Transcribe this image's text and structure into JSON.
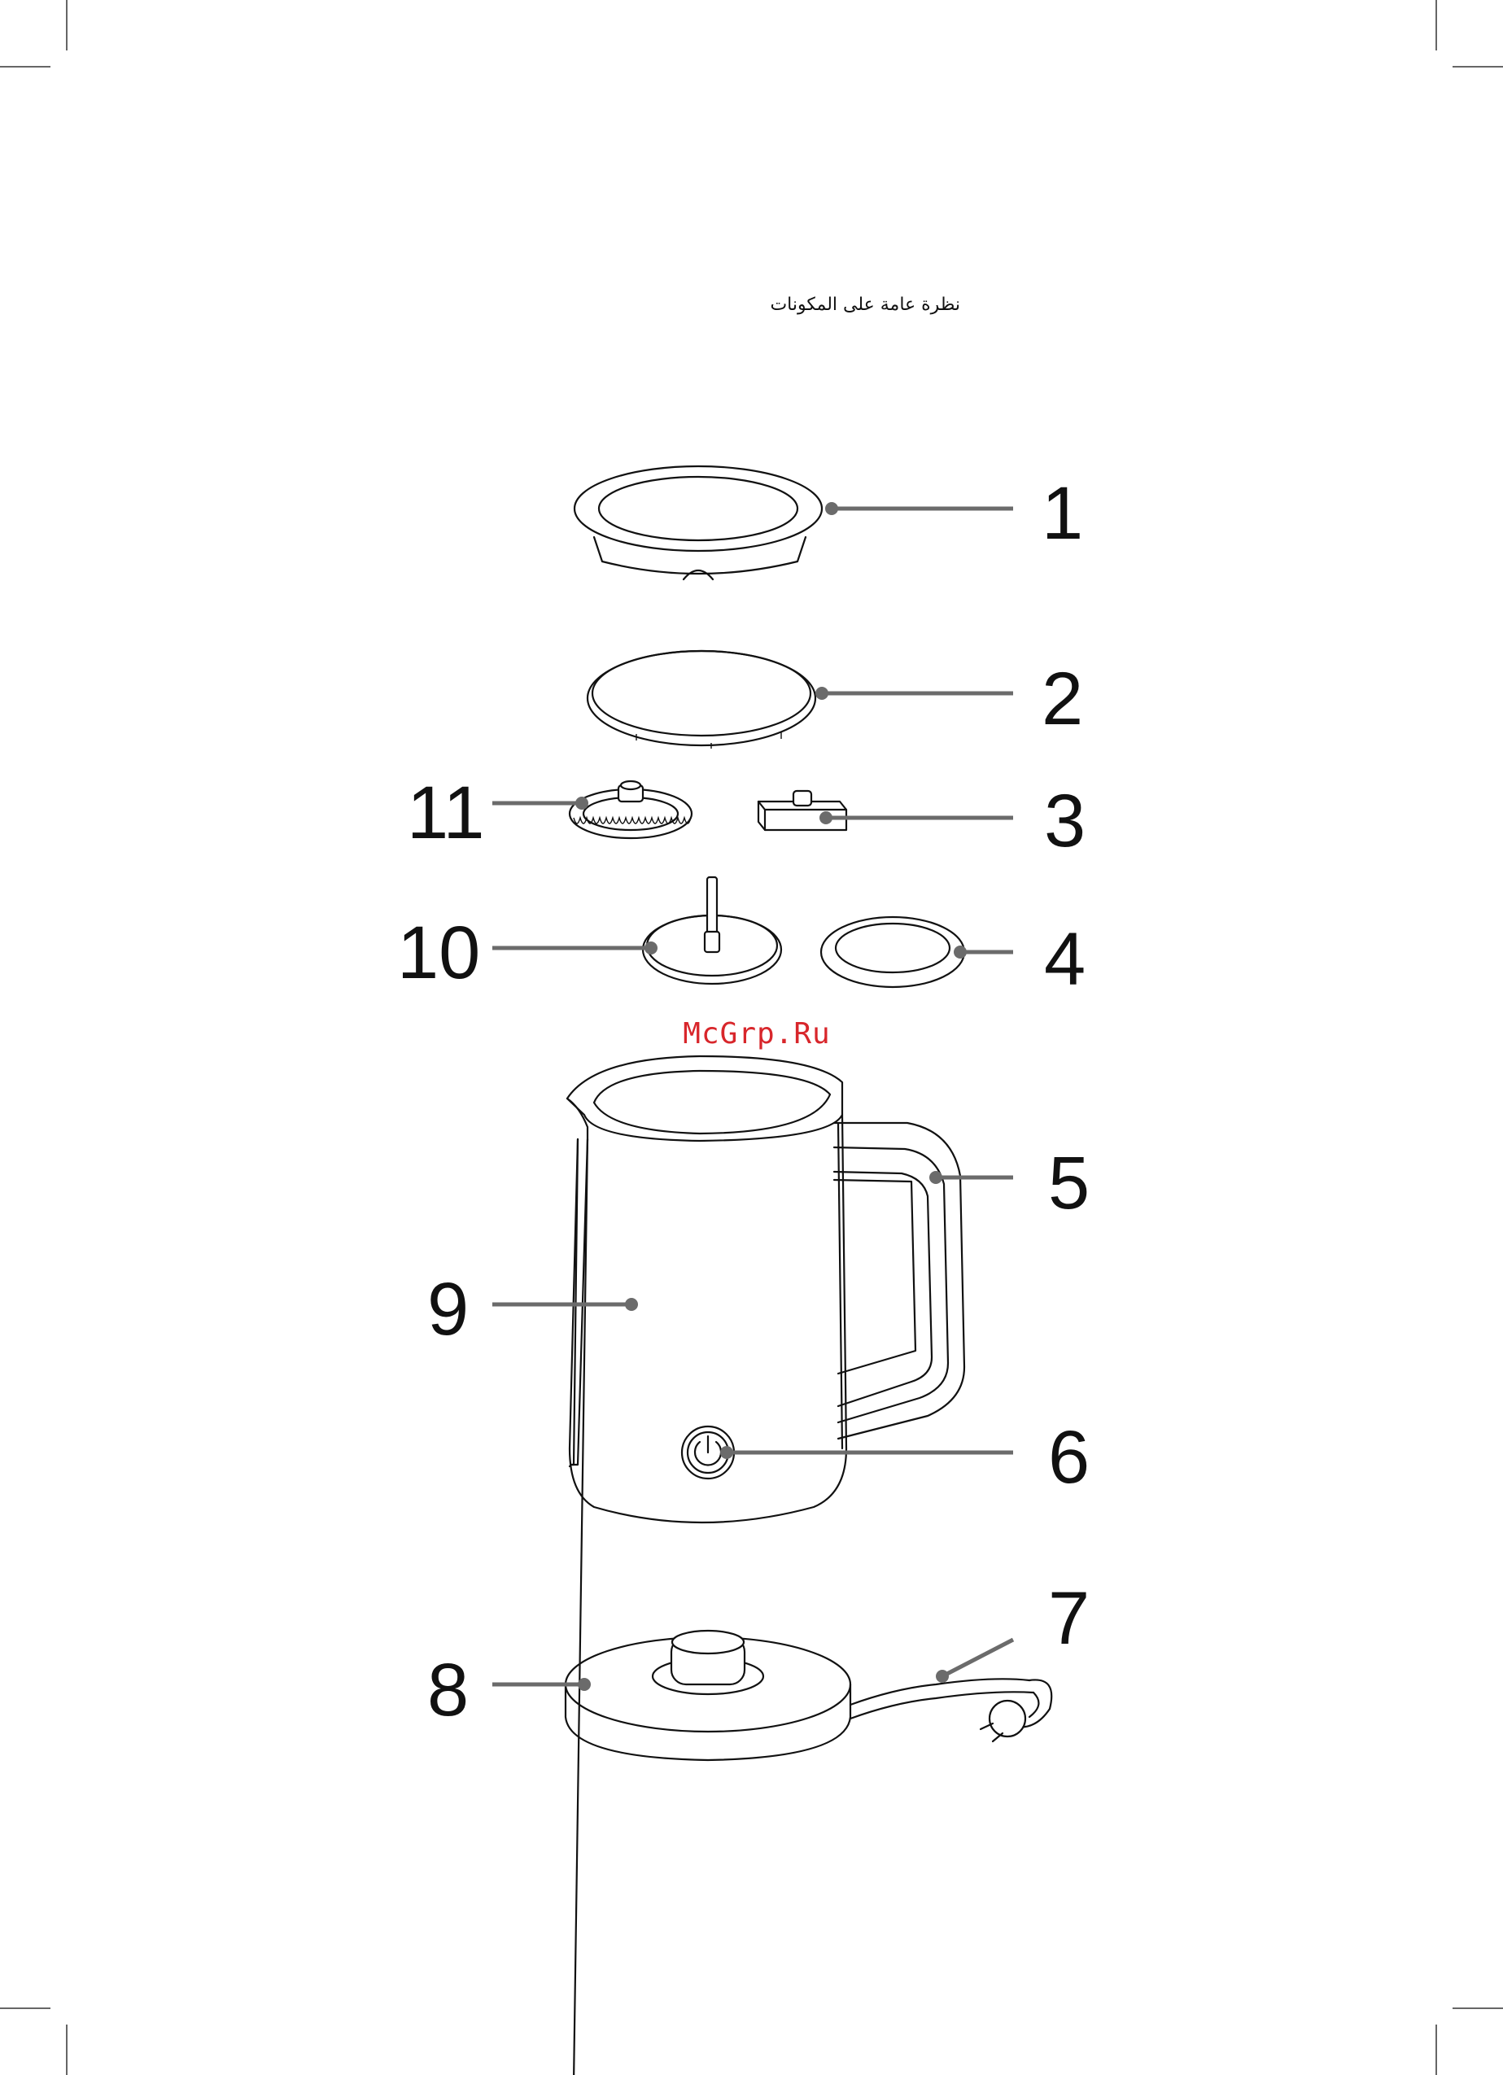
{
  "page": {
    "title": "نظرة عامة على المكونات",
    "watermark": "McGrp.Ru"
  },
  "callouts": [
    {
      "id": "1",
      "label": "1"
    },
    {
      "id": "2",
      "label": "2"
    },
    {
      "id": "3",
      "label": "3"
    },
    {
      "id": "4",
      "label": "4"
    },
    {
      "id": "5",
      "label": "5"
    },
    {
      "id": "6",
      "label": "6"
    },
    {
      "id": "7",
      "label": "7"
    },
    {
      "id": "8",
      "label": "8"
    },
    {
      "id": "9",
      "label": "9"
    },
    {
      "id": "10",
      "label": "10"
    },
    {
      "id": "11",
      "label": "11"
    }
  ],
  "colors": {
    "leader": "#6b6b6b",
    "line_art": "#111111",
    "watermark": "#d8262b"
  }
}
